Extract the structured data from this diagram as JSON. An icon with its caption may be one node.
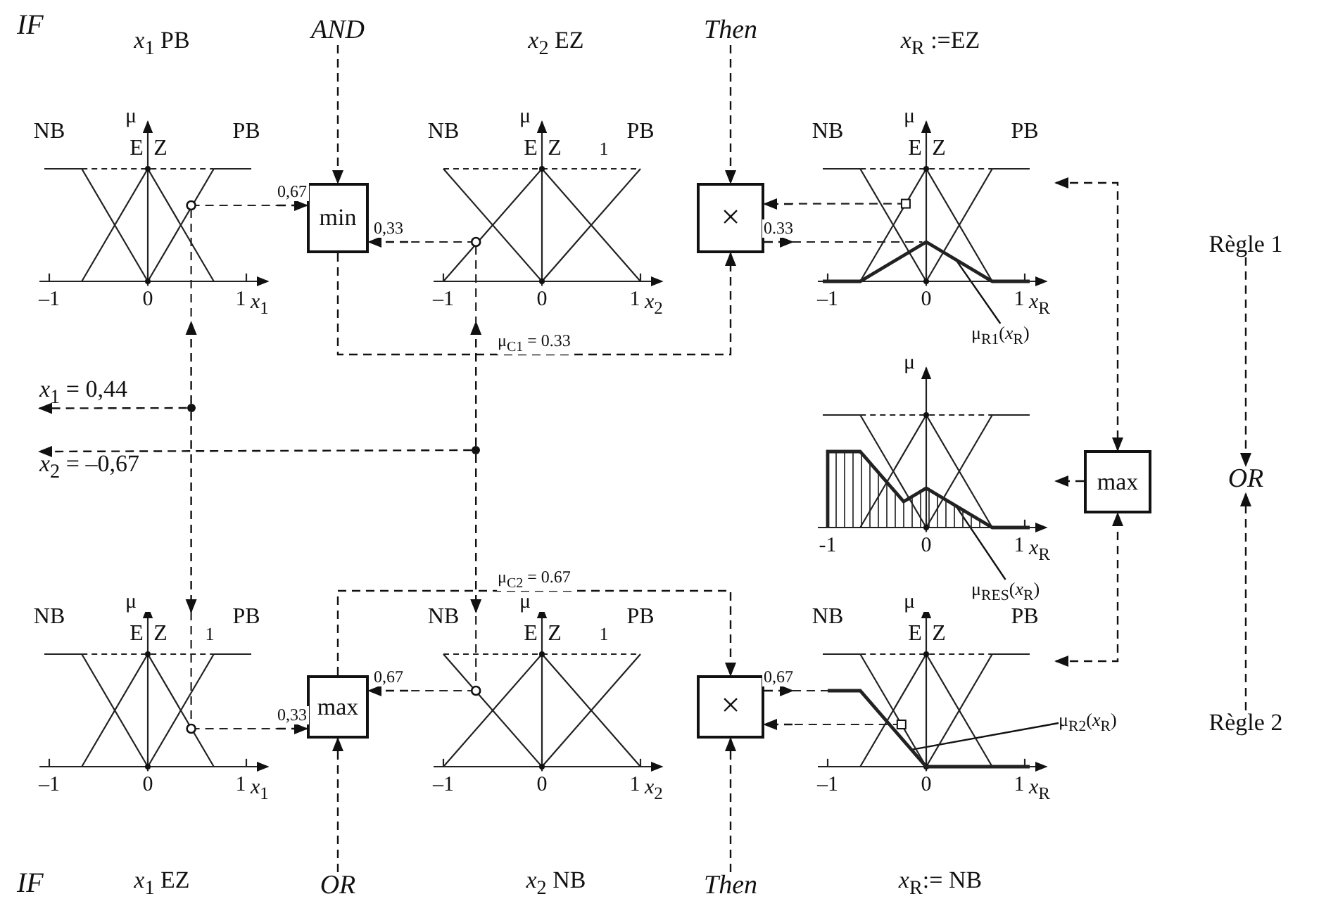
{
  "diagram": {
    "nodes": [
      {
        "text": [
          "*x*$_{1}$ PB",
          "μ",
          "NB",
          "E",
          "Z",
          "PB",
          "–1",
          "0",
          "1",
          "*x*$_{1}$"
        ]
      },
      {
        "text": [
          "AND"
        ]
      },
      {
        "text": [
          "min"
        ]
      },
      {
        "text": [
          "*x*$_{2}$ EZ",
          "μ",
          "NB",
          "E",
          "Z",
          "1",
          "PB",
          "–1",
          "0",
          "1",
          "*x*$_{2}$"
        ]
      },
      {
        "text": [
          "Then"
        ]
      },
      {
        "text": [
          "×"
        ]
      },
      {
        "text": [
          "*x*$_{R}$ :=EZ",
          "μ",
          "NB",
          "E",
          "Z",
          "PB",
          "–1",
          "0",
          "1",
          "*x*$_{R}$"
        ]
      },
      {
        "text": [
          "μ$_{R1}$(*x*$_{R}$)"
        ]
      },
      {
        "text": [
          "Règle 1"
        ]
      },
      {
        "text": [
          "max"
        ]
      },
      {
        "text": [
          "OR"
        ]
      },
      {
        "text": [
          "μ",
          "-1",
          "0",
          "1",
          "*x*$_{R}$"
        ]
      },
      {
        "text": [
          "μ$_{RES}$(*x*$_{R}$)"
        ]
      },
      {
        "text": [
          "Règle 2"
        ]
      },
      {
        "text": [
          "μ",
          "NB",
          "E",
          "Z",
          "1",
          "PB",
          "–1",
          "0",
          "1",
          "*x*$_{1}$",
          "*x*$_{1}$ EZ"
        ]
      },
      {
        "text": [
          "max"
        ]
      },
      {
        "text": [
          "OR"
        ]
      },
      {
        "text": [
          "μ",
          "NB",
          "E",
          "Z",
          "1",
          "PB",
          "–1",
          "0",
          "1",
          "*x*$_{2}$",
          "*x*$_{2}$ NB"
        ]
      },
      {
        "text": [
          "×"
        ]
      },
      {
        "text": [
          "Then"
        ]
      },
      {
        "text": [
          "μ",
          "NB",
          "E",
          "Z",
          "PB",
          "–1",
          "0",
          "1",
          "*x*$_{R}$",
          "*x*$_{R}$:= NB"
        ]
      },
      {
        "text": [
          "μ$_{R2}$(*x*$_{R}$)"
        ]
      },
      {
        "text": [],
        "shape": "circle"
      },
      {
        "text": [],
        "shape": "circle"
      },
      {
        "text": [
          "*x*$_{1}$ = 0,44"
        ]
      },
      {
        "text": [
          "*x*$_{2}$ = –0,67"
        ]
      }
    ],
    "edges": [
      {
        "from": 0,
        "to": 2,
        "arrow": "to",
        "label": "0,67",
        "style": "dashed"
      },
      {
        "from": 1,
        "to": 2,
        "arrow": "to",
        "style": "dashed"
      },
      {
        "from": 3,
        "to": 2,
        "arrow": "to",
        "label": "0,33",
        "style": "dashed"
      },
      {
        "from": 2,
        "to": 5,
        "arrow": "to",
        "label": "μ$_{C1}$ = 0.33",
        "style": "dashed"
      },
      {
        "from": 4,
        "to": 5,
        "arrow": "to",
        "style": "dashed"
      },
      {
        "from": 6,
        "to": 5,
        "arrow": "to",
        "style": "dashed"
      },
      {
        "from": 5,
        "to": 6,
        "arrow": "to",
        "label": "0.33",
        "style": "dashed"
      },
      {
        "from": 7,
        "to": 6,
        "arrow": "none"
      },
      {
        "from": 6,
        "to": 9,
        "arrow": "both",
        "style": "dashed"
      },
      {
        "from": 8,
        "to": 10,
        "arrow": "to",
        "style": "dashed"
      },
      {
        "from": 9,
        "to": 11,
        "arrow": "to",
        "style": "dashed"
      },
      {
        "from": 12,
        "to": 11,
        "arrow": "none"
      },
      {
        "from": 13,
        "to": 10,
        "arrow": "to",
        "style": "dashed"
      },
      {
        "from": 20,
        "to": 9,
        "arrow": "both",
        "style": "dashed"
      },
      {
        "from": 14,
        "to": 15,
        "arrow": "to",
        "label": "0,33",
        "style": "dashed"
      },
      {
        "from": 17,
        "to": 15,
        "arrow": "to",
        "label": "0,67",
        "style": "dashed"
      },
      {
        "from": 16,
        "to": 15,
        "arrow": "to",
        "style": "dashed"
      },
      {
        "from": 15,
        "to": 18,
        "arrow": "to",
        "label": "μ$_{C2}$ = 0.67",
        "style": "dashed"
      },
      {
        "from": 19,
        "to": 18,
        "arrow": "to",
        "style": "dashed"
      },
      {
        "from": 18,
        "to": 20,
        "arrow": "to",
        "label": "0,67",
        "style": "dashed"
      },
      {
        "from": 20,
        "to": 18,
        "arrow": "to",
        "style": "dashed"
      },
      {
        "from": 21,
        "to": 20,
        "arrow": "none"
      },
      {
        "from": 22,
        "to": 0,
        "arrow": "to",
        "style": "dashed"
      },
      {
        "from": 22,
        "to": 14,
        "arrow": "to",
        "style": "dashed"
      },
      {
        "from": 22,
        "to": 24,
        "arrow": "to",
        "style": "dashed"
      },
      {
        "from": 23,
        "to": 3,
        "arrow": "to",
        "style": "dashed"
      },
      {
        "from": 23,
        "to": 17,
        "arrow": "to",
        "style": "dashed"
      },
      {
        "from": 23,
        "to": 25,
        "arrow": "to",
        "style": "dashed"
      }
    ],
    "labels": [
      "IF",
      "IF"
    ]
  }
}
